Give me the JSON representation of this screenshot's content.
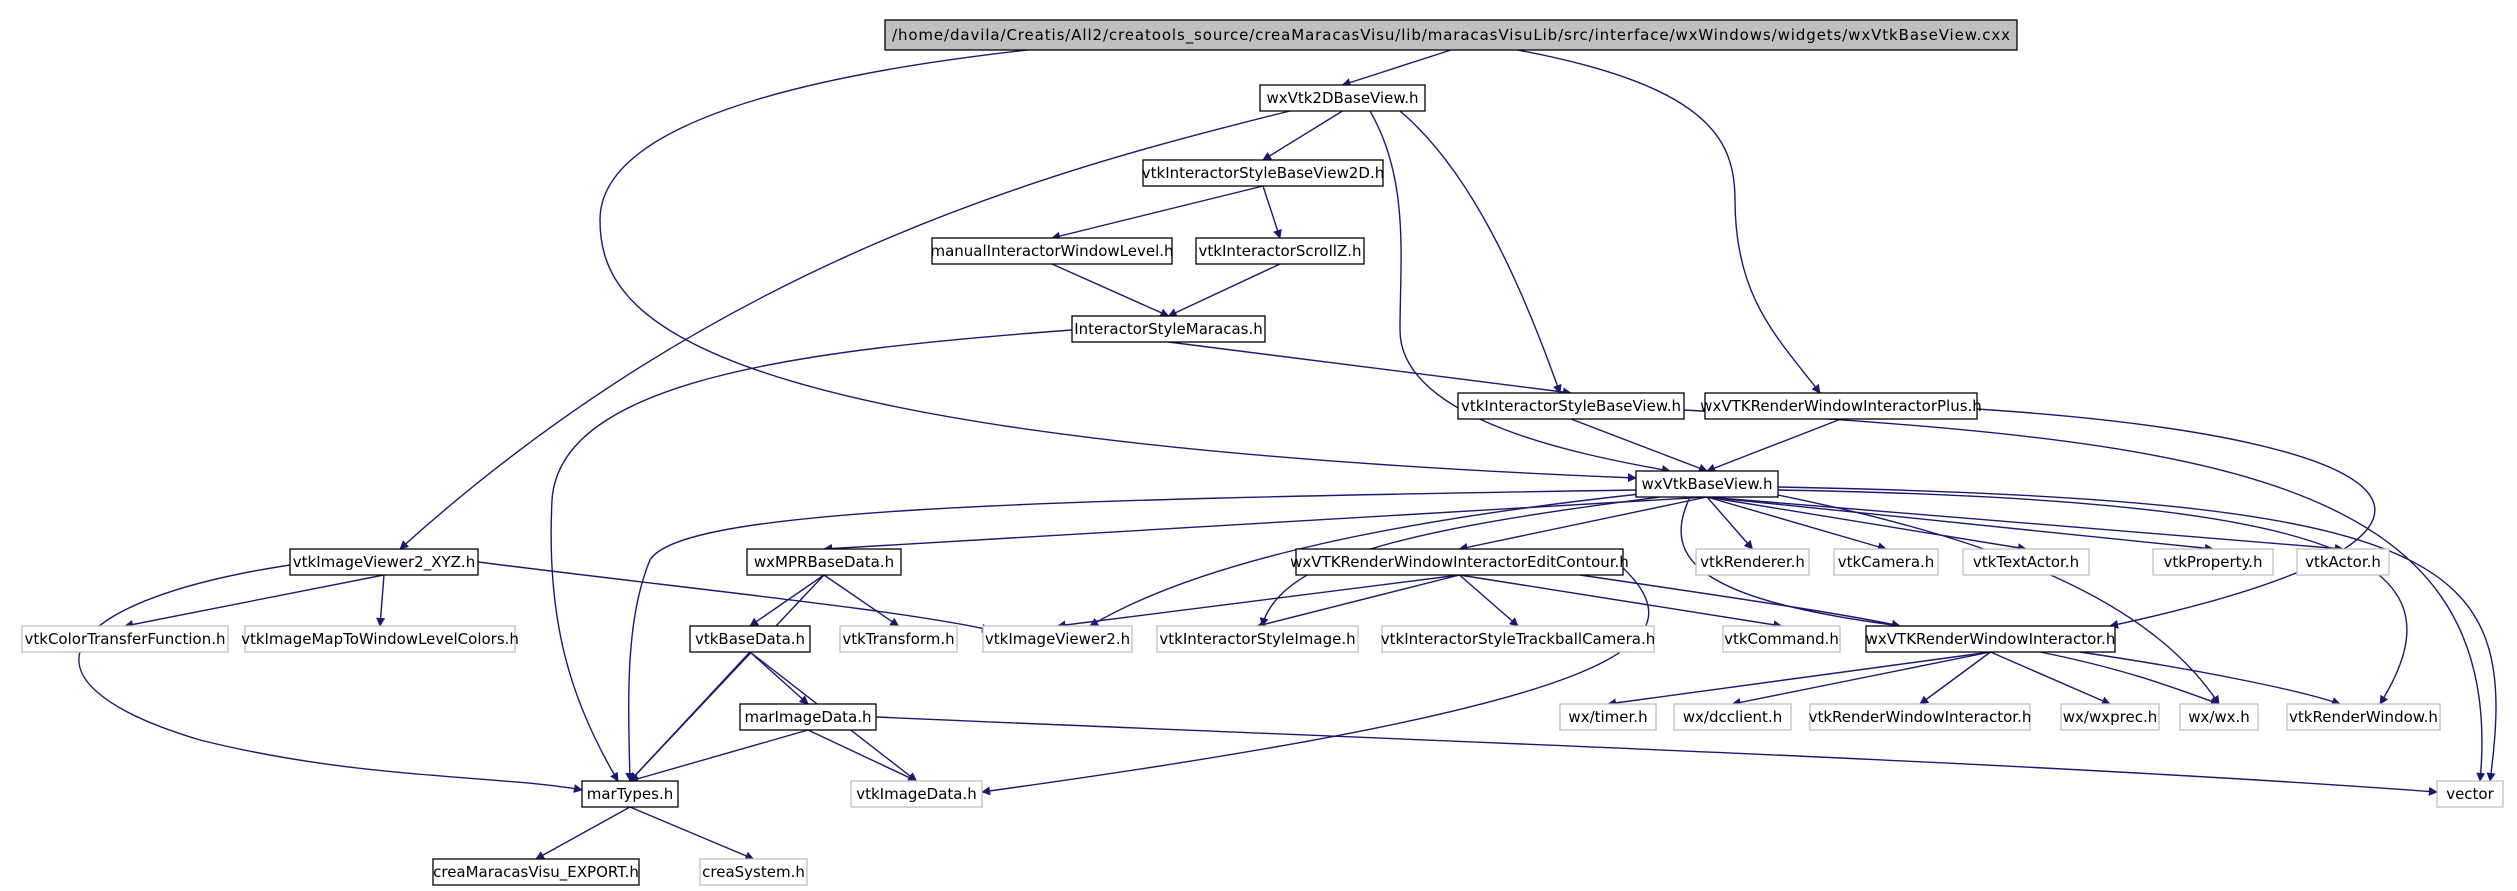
{
  "diagram": {
    "type": "include-dependency-graph",
    "colors": {
      "edge": "#191970",
      "root_fill": "#bfbfbf",
      "node_border": "#000000",
      "external_border": "#bfbfbf"
    },
    "nodes": [
      {
        "id": "root",
        "label": "/home/davila/Creatis/All2/creatools_source/creaMaracasVisu/lib/maracasVisuLib/src/interface/wxWindows/widgets/wxVtkBaseView.cxx",
        "kind": "root"
      },
      {
        "id": "wxvtk2d",
        "label": "wxVtk2DBaseView.h",
        "kind": "local"
      },
      {
        "id": "isbv2d",
        "label": "vtkInteractorStyleBaseView2D.h",
        "kind": "local"
      },
      {
        "id": "manualiwl",
        "label": "manualInteractorWindowLevel.h",
        "kind": "local"
      },
      {
        "id": "iscrollz",
        "label": "vtkInteractorScrollZ.h",
        "kind": "local"
      },
      {
        "id": "ismaracas",
        "label": "InteractorStyleMaracas.h",
        "kind": "local"
      },
      {
        "id": "isbv",
        "label": "vtkInteractorStyleBaseView.h",
        "kind": "local"
      },
      {
        "id": "rwiplus",
        "label": "wxVTKRenderWindowInteractorPlus.h",
        "kind": "local"
      },
      {
        "id": "wxvtkbase",
        "label": "wxVtkBaseView.h",
        "kind": "local"
      },
      {
        "id": "viewer2xyz",
        "label": "vtkImageViewer2_XYZ.h",
        "kind": "local"
      },
      {
        "id": "mprbase",
        "label": "wxMPRBaseData.h",
        "kind": "local"
      },
      {
        "id": "rwiedit",
        "label": "wxVTKRenderWindowInteractorEditContour.h",
        "kind": "local"
      },
      {
        "id": "vtkrenderer",
        "label": "vtkRenderer.h",
        "kind": "ext"
      },
      {
        "id": "vtkcamera",
        "label": "vtkCamera.h",
        "kind": "ext"
      },
      {
        "id": "vtktextactor",
        "label": "vtkTextActor.h",
        "kind": "ext"
      },
      {
        "id": "vtkproperty",
        "label": "vtkProperty.h",
        "kind": "ext"
      },
      {
        "id": "vtkactor",
        "label": "vtkActor.h",
        "kind": "ext"
      },
      {
        "id": "colortf",
        "label": "vtkColorTransferFunction.h",
        "kind": "ext"
      },
      {
        "id": "imgmapwl",
        "label": "vtkImageMapToWindowLevelColors.h",
        "kind": "ext"
      },
      {
        "id": "vtkbasedata",
        "label": "vtkBaseData.h",
        "kind": "local"
      },
      {
        "id": "vtktransform",
        "label": "vtkTransform.h",
        "kind": "ext"
      },
      {
        "id": "vtkimgviewer2",
        "label": "vtkImageViewer2.h",
        "kind": "ext"
      },
      {
        "id": "isimage",
        "label": "vtkInteractorStyleImage.h",
        "kind": "ext"
      },
      {
        "id": "istrackball",
        "label": "vtkInteractorStyleTrackballCamera.h",
        "kind": "ext"
      },
      {
        "id": "vtkcommand",
        "label": "vtkCommand.h",
        "kind": "ext"
      },
      {
        "id": "wxrwi",
        "label": "wxVTKRenderWindowInteractor.h",
        "kind": "local"
      },
      {
        "id": "marimagedata",
        "label": "marImageData.h",
        "kind": "local"
      },
      {
        "id": "wxtimer",
        "label": "wx/timer.h",
        "kind": "ext"
      },
      {
        "id": "wxdcclient",
        "label": "wx/dcclient.h",
        "kind": "ext"
      },
      {
        "id": "vtkrwi",
        "label": "vtkRenderWindowInteractor.h",
        "kind": "ext"
      },
      {
        "id": "wxprec",
        "label": "wx/wxprec.h",
        "kind": "ext"
      },
      {
        "id": "wxwx",
        "label": "wx/wx.h",
        "kind": "ext"
      },
      {
        "id": "vtkrenderwindow",
        "label": "vtkRenderWindow.h",
        "kind": "ext"
      },
      {
        "id": "martypes",
        "label": "marTypes.h",
        "kind": "local"
      },
      {
        "id": "vtkimagedata",
        "label": "vtkImageData.h",
        "kind": "ext"
      },
      {
        "id": "vector",
        "label": "vector",
        "kind": "ext"
      },
      {
        "id": "cmvexport",
        "label": "creaMaracasVisu_EXPORT.h",
        "kind": "local"
      },
      {
        "id": "creasystem",
        "label": "creaSystem.h",
        "kind": "ext"
      }
    ],
    "edges": [
      [
        "root",
        "wxvtk2d"
      ],
      [
        "root",
        "wxvtkbase"
      ],
      [
        "root",
        "rwiplus"
      ],
      [
        "wxvtk2d",
        "isbv2d"
      ],
      [
        "wxvtk2d",
        "viewer2xyz"
      ],
      [
        "wxvtk2d",
        "wxvtkbase"
      ],
      [
        "wxvtk2d",
        "isbv"
      ],
      [
        "isbv2d",
        "manualiwl"
      ],
      [
        "isbv2d",
        "iscrollz"
      ],
      [
        "manualiwl",
        "ismaracas"
      ],
      [
        "iscrollz",
        "ismaracas"
      ],
      [
        "ismaracas",
        "isbv"
      ],
      [
        "ismaracas",
        "martypes"
      ],
      [
        "isbv",
        "wxvtkbase"
      ],
      [
        "isbv",
        "vector"
      ],
      [
        "rwiplus",
        "wxvtkbase"
      ],
      [
        "rwiplus",
        "wxrwi"
      ],
      [
        "wxvtkbase",
        "mprbase"
      ],
      [
        "wxvtkbase",
        "rwiedit"
      ],
      [
        "wxvtkbase",
        "vtkrenderer"
      ],
      [
        "wxvtkbase",
        "vtkcamera"
      ],
      [
        "wxvtkbase",
        "vtktextactor"
      ],
      [
        "wxvtkbase",
        "vtkproperty"
      ],
      [
        "wxvtkbase",
        "vtkactor"
      ],
      [
        "wxvtkbase",
        "vtkimgviewer2"
      ],
      [
        "wxvtkbase",
        "isimage"
      ],
      [
        "wxvtkbase",
        "wxrwi"
      ],
      [
        "wxvtkbase",
        "wxwx"
      ],
      [
        "wxvtkbase",
        "vtkrenderwindow"
      ],
      [
        "wxvtkbase",
        "vector"
      ],
      [
        "wxvtkbase",
        "martypes"
      ],
      [
        "viewer2xyz",
        "colortf"
      ],
      [
        "viewer2xyz",
        "imgmapwl"
      ],
      [
        "viewer2xyz",
        "vtkimgviewer2"
      ],
      [
        "viewer2xyz",
        "martypes"
      ],
      [
        "mprbase",
        "vtkbasedata"
      ],
      [
        "mprbase",
        "vtktransform"
      ],
      [
        "mprbase",
        "martypes"
      ],
      [
        "rwiedit",
        "vtkimgviewer2"
      ],
      [
        "rwiedit",
        "isimage"
      ],
      [
        "rwiedit",
        "istrackball"
      ],
      [
        "rwiedit",
        "vtkcommand"
      ],
      [
        "rwiedit",
        "wxrwi"
      ],
      [
        "rwiedit",
        "vtkimagedata"
      ],
      [
        "vtkbasedata",
        "marimagedata"
      ],
      [
        "vtkbasedata",
        "martypes"
      ],
      [
        "vtkbasedata",
        "vtkimagedata"
      ],
      [
        "wxrwi",
        "wxtimer"
      ],
      [
        "wxrwi",
        "wxdcclient"
      ],
      [
        "wxrwi",
        "vtkrwi"
      ],
      [
        "wxrwi",
        "wxprec"
      ],
      [
        "wxrwi",
        "wxwx"
      ],
      [
        "wxrwi",
        "vtkrenderwindow"
      ],
      [
        "marimagedata",
        "martypes"
      ],
      [
        "marimagedata",
        "vtkimagedata"
      ],
      [
        "marimagedata",
        "vector"
      ],
      [
        "martypes",
        "cmvexport"
      ],
      [
        "martypes",
        "creasystem"
      ]
    ]
  }
}
